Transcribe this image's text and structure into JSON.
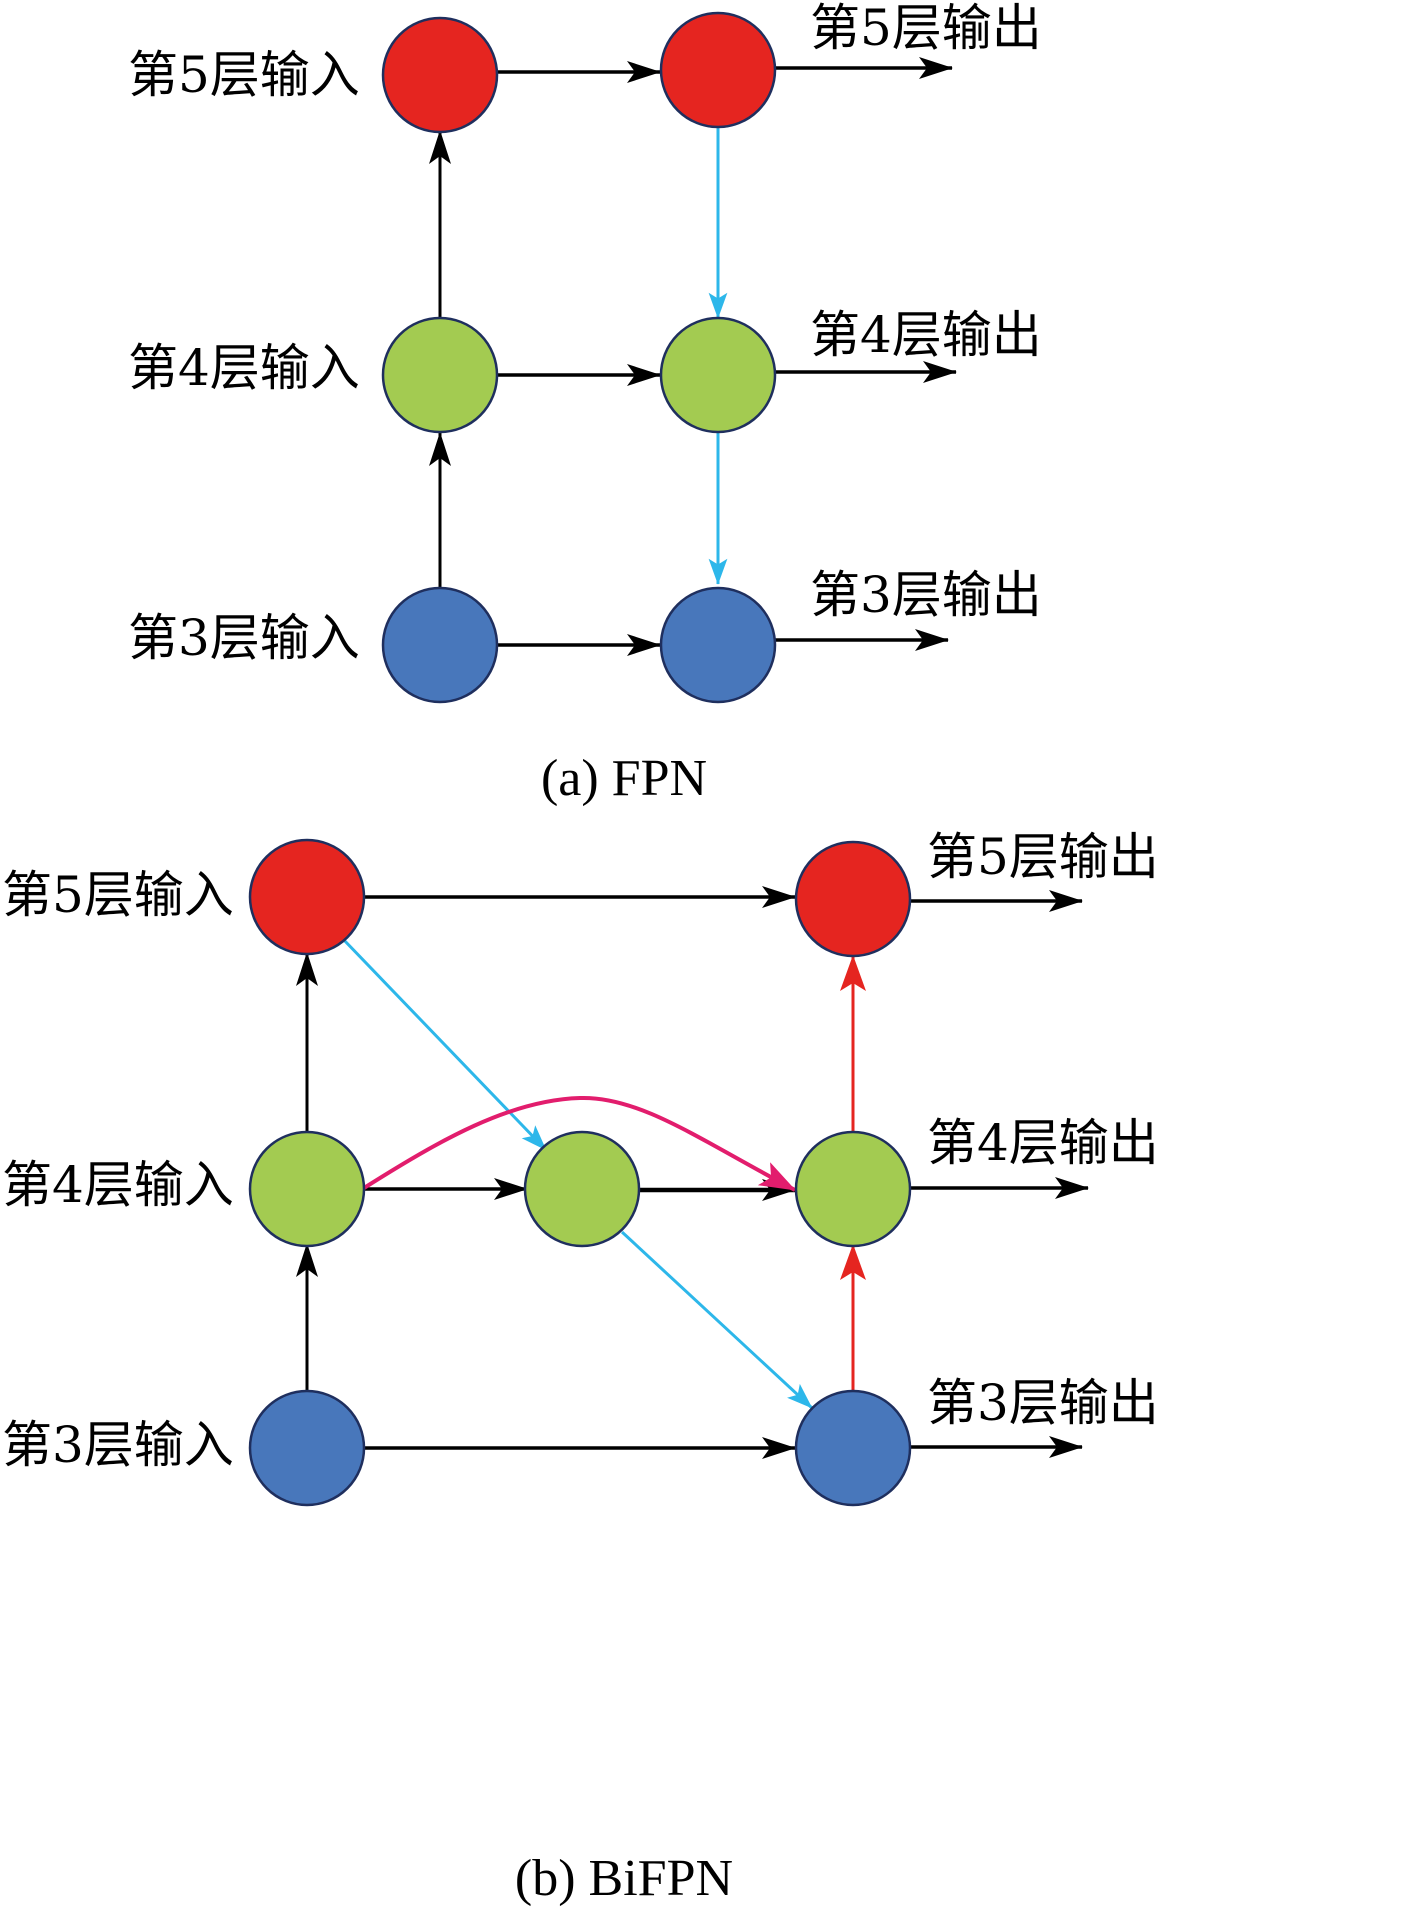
{
  "colors": {
    "level5": "#e52520",
    "level4": "#a3cb51",
    "level3": "#4877bb",
    "node_stroke": "#1f2f5e",
    "edge_black": "#000000",
    "edge_blue": "#2db7ea",
    "edge_red": "#e52520",
    "edge_pink": "#e21d6d"
  },
  "fpn": {
    "caption": "(a) FPN",
    "inputs": [
      "第5层输入",
      "第4层输入",
      "第3层输入"
    ],
    "outputs": [
      "第5层输出",
      "第4层输出",
      "第3层输出"
    ],
    "nodes": [
      {
        "id": "in5",
        "level": 5,
        "color": "level5"
      },
      {
        "id": "in4",
        "level": 4,
        "color": "level4"
      },
      {
        "id": "in3",
        "level": 3,
        "color": "level3"
      },
      {
        "id": "out5",
        "level": 5,
        "color": "level5"
      },
      {
        "id": "out4",
        "level": 4,
        "color": "level4"
      },
      {
        "id": "out3",
        "level": 3,
        "color": "level3"
      }
    ],
    "edges": [
      {
        "from": "in3",
        "to": "in4",
        "color": "edge_black"
      },
      {
        "from": "in4",
        "to": "in5",
        "color": "edge_black"
      },
      {
        "from": "in5",
        "to": "out5",
        "color": "edge_black"
      },
      {
        "from": "in4",
        "to": "out4",
        "color": "edge_black"
      },
      {
        "from": "in3",
        "to": "out3",
        "color": "edge_black"
      },
      {
        "from": "out5",
        "to": "out4",
        "color": "edge_blue"
      },
      {
        "from": "out4",
        "to": "out3",
        "color": "edge_blue"
      }
    ]
  },
  "bifpn": {
    "caption": "(b) BiFPN",
    "inputs": [
      "第5层输入",
      "第4层输入",
      "第3层输入"
    ],
    "outputs": [
      "第5层输出",
      "第4层输出",
      "第3层输出"
    ],
    "nodes": [
      {
        "id": "in5",
        "level": 5,
        "color": "level5"
      },
      {
        "id": "in4",
        "level": 4,
        "color": "level4"
      },
      {
        "id": "in3",
        "level": 3,
        "color": "level3"
      },
      {
        "id": "mid4",
        "level": 4,
        "color": "level4"
      },
      {
        "id": "out5",
        "level": 5,
        "color": "level5"
      },
      {
        "id": "out4",
        "level": 4,
        "color": "level4"
      },
      {
        "id": "out3",
        "level": 3,
        "color": "level3"
      }
    ],
    "edges": [
      {
        "from": "in3",
        "to": "in4",
        "color": "edge_black"
      },
      {
        "from": "in4",
        "to": "in5",
        "color": "edge_black"
      },
      {
        "from": "in5",
        "to": "out5",
        "color": "edge_black"
      },
      {
        "from": "in4",
        "to": "mid4",
        "color": "edge_black"
      },
      {
        "from": "mid4",
        "to": "out4",
        "color": "edge_black"
      },
      {
        "from": "in3",
        "to": "out3",
        "color": "edge_black"
      },
      {
        "from": "in5",
        "to": "mid4",
        "color": "edge_blue"
      },
      {
        "from": "mid4",
        "to": "out3",
        "color": "edge_blue"
      },
      {
        "from": "out3",
        "to": "out4",
        "color": "edge_red"
      },
      {
        "from": "out4",
        "to": "out5",
        "color": "edge_red"
      },
      {
        "from": "in4",
        "to": "out4",
        "color": "edge_pink",
        "curved": true
      }
    ]
  }
}
